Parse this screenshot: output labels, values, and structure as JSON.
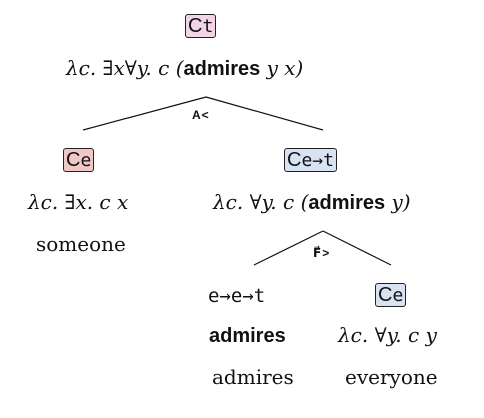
{
  "root": {
    "type_ctor": "C",
    "type_arg": "t",
    "lambda": "λc. ∃x∀y. c (",
    "keyword": "admires",
    "tail": " y x)"
  },
  "rule_top": "A<",
  "left": {
    "type_ctor": "C",
    "type_arg": "e",
    "lambda": "λc. ∃x. c x",
    "word": "someone"
  },
  "right": {
    "type_ctor": "C",
    "type_arg": "e→t",
    "lambda": "λc. ∀y. c (",
    "keyword": "admires",
    "tail": " y)"
  },
  "rule_bottom": "F⃗>",
  "verb": {
    "type": "e→e→t",
    "term": "admires",
    "word": "admires"
  },
  "obj": {
    "type_ctor": "C",
    "type_arg": "e",
    "lambda": "λc. ∀y. c y",
    "word": "everyone"
  },
  "colors": {
    "root_box": "#f3d3e6",
    "left_box": "#f1c8c8",
    "right_box": "#d7e2f2",
    "obj_box": "#d7e2f2"
  }
}
